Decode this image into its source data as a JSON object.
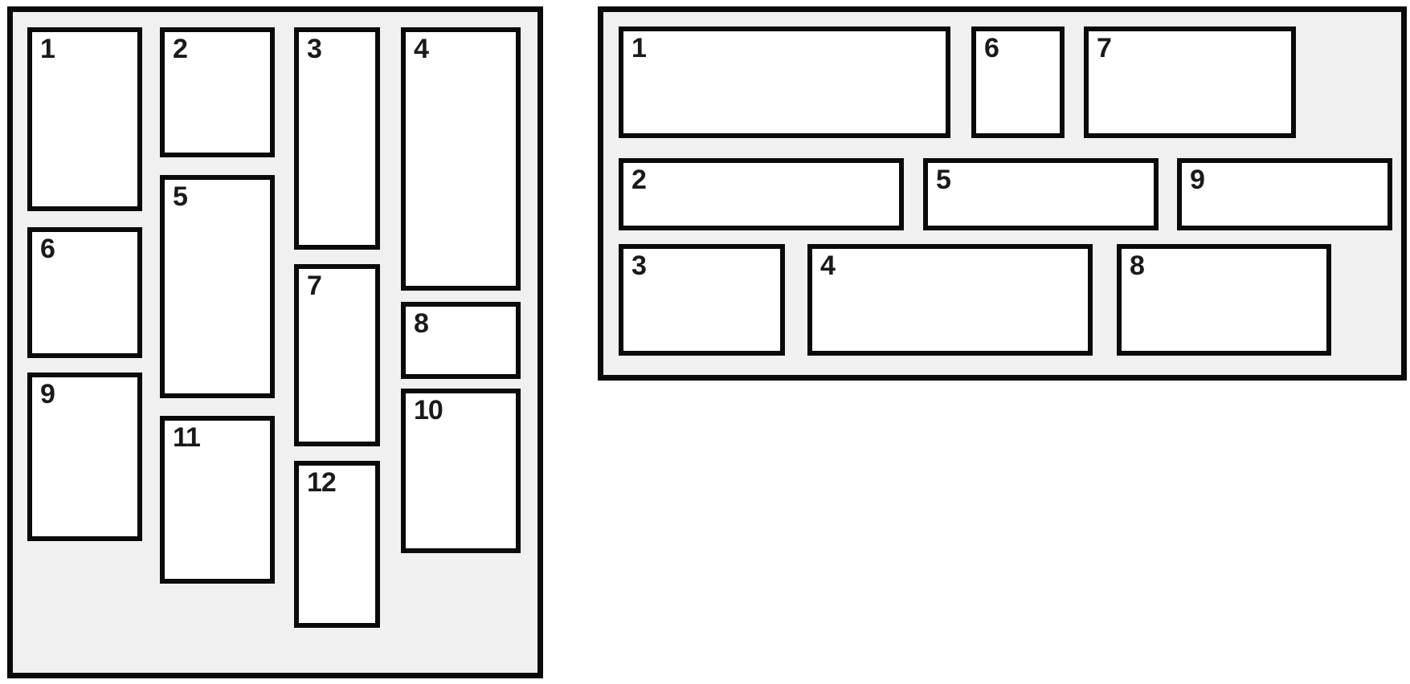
{
  "left_panel": {
    "items": [
      {
        "label": "1"
      },
      {
        "label": "2"
      },
      {
        "label": "3"
      },
      {
        "label": "4"
      },
      {
        "label": "5"
      },
      {
        "label": "6"
      },
      {
        "label": "7"
      },
      {
        "label": "8"
      },
      {
        "label": "9"
      },
      {
        "label": "10"
      },
      {
        "label": "11"
      },
      {
        "label": "12"
      }
    ]
  },
  "right_panel": {
    "items": [
      {
        "label": "1"
      },
      {
        "label": "2"
      },
      {
        "label": "3"
      },
      {
        "label": "4"
      },
      {
        "label": "5"
      },
      {
        "label": "6"
      },
      {
        "label": "7"
      },
      {
        "label": "8"
      },
      {
        "label": "9"
      }
    ]
  },
  "colors": {
    "page_background": "#ffffff",
    "panel_background": "#f0f0f0",
    "border": "#0a0a0a",
    "item_background": "#ffffff",
    "label_text": "#1a1a1a"
  }
}
